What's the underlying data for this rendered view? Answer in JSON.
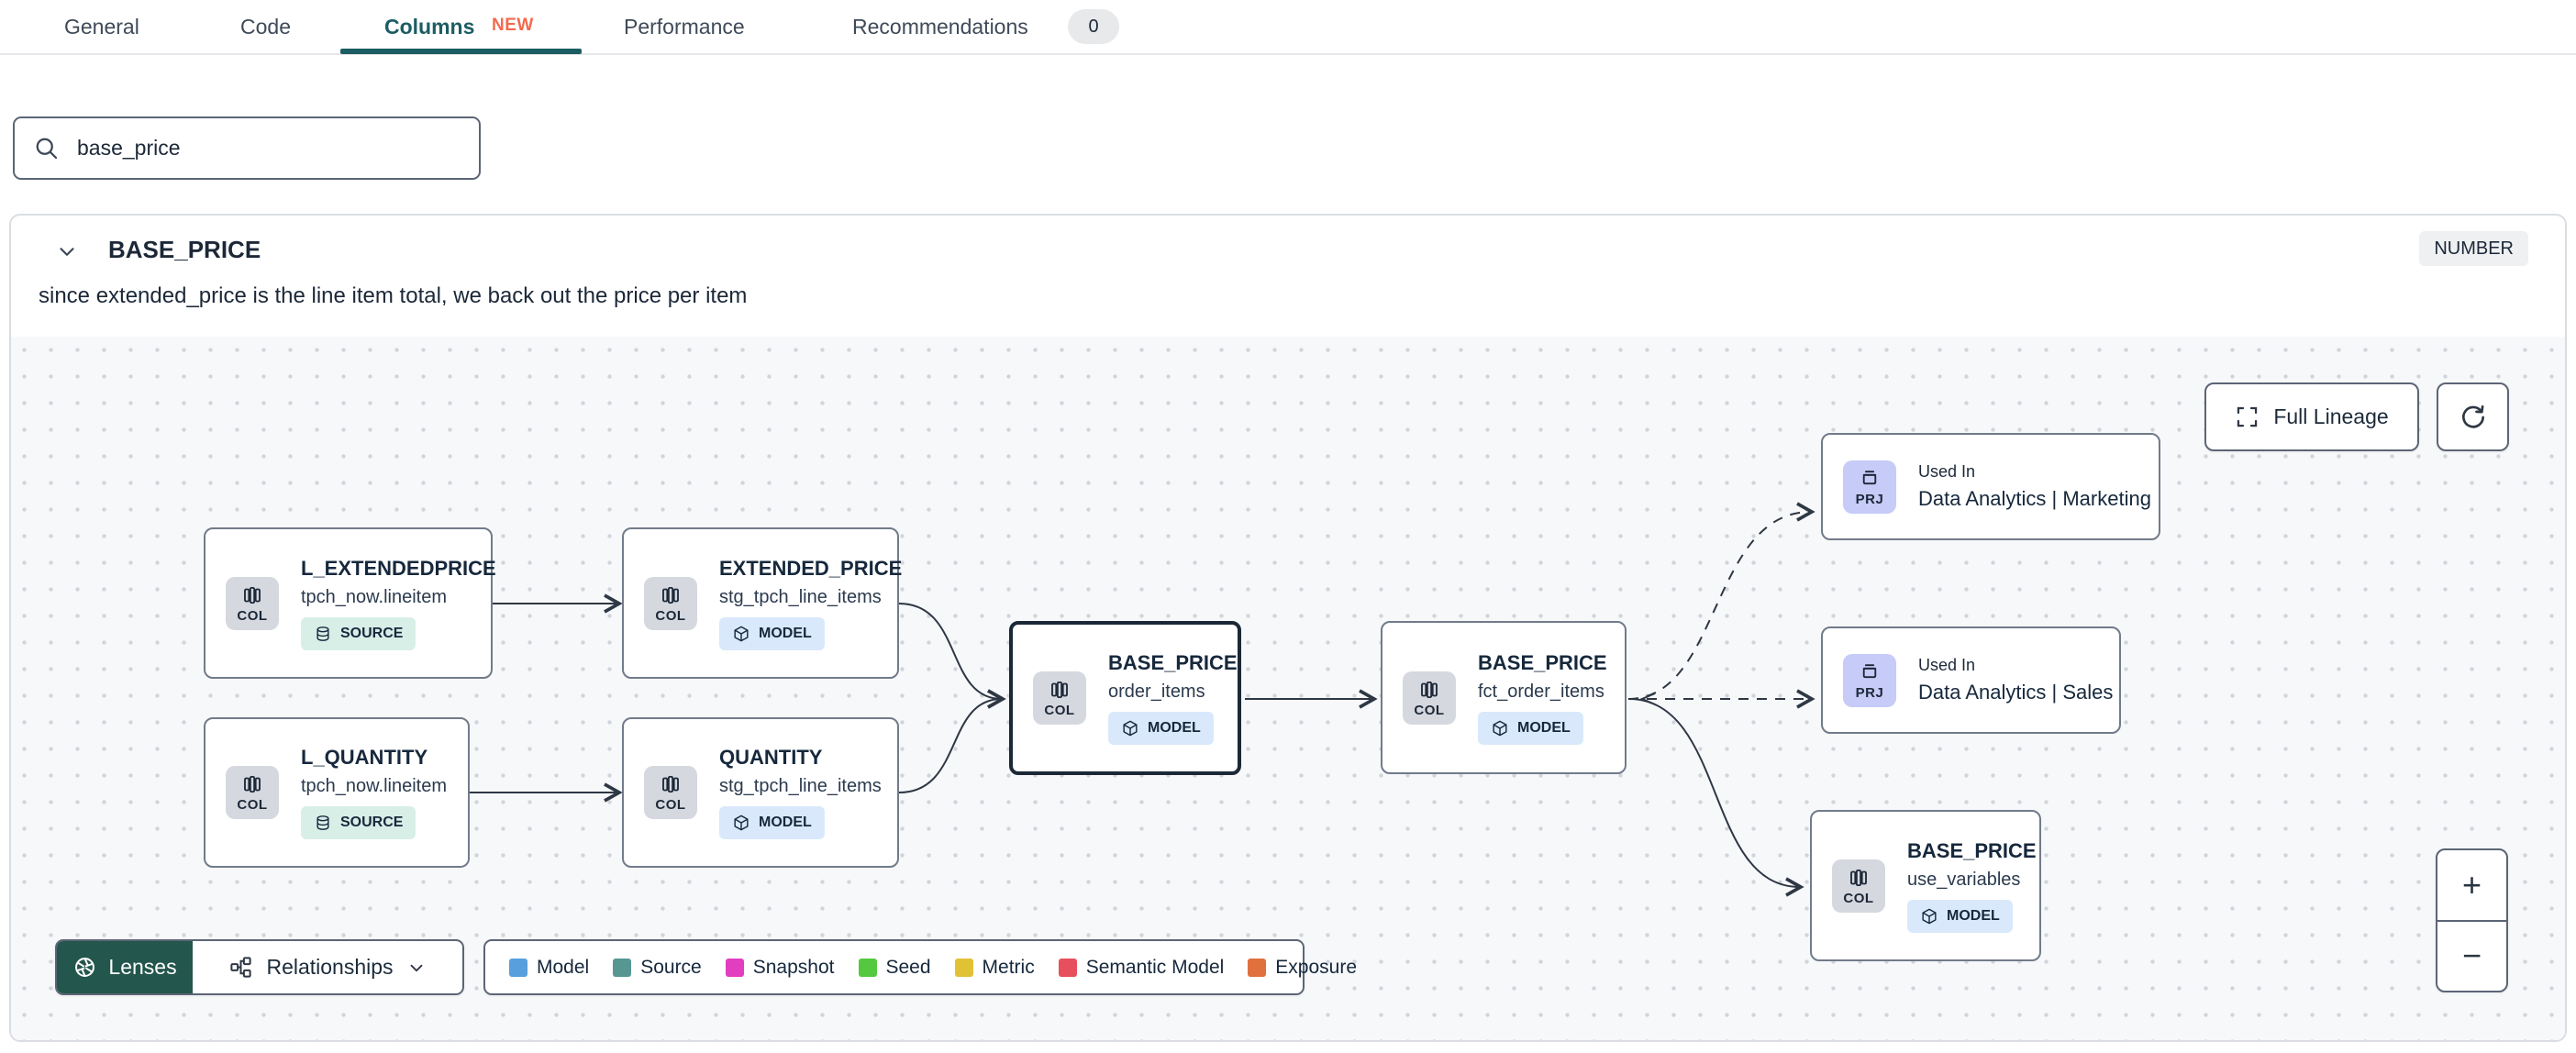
{
  "tabs": {
    "items": [
      {
        "label": "General"
      },
      {
        "label": "Code"
      },
      {
        "label": "Columns",
        "badge": "NEW",
        "active": true
      },
      {
        "label": "Performance"
      },
      {
        "label": "Recommendations",
        "count": "0"
      }
    ]
  },
  "search": {
    "value": "base_price"
  },
  "column_card": {
    "name": "BASE_PRICE",
    "type_badge": "NUMBER",
    "description": "since extended_price is the line item total, we back out the price per item"
  },
  "lineage": {
    "controls": {
      "full_lineage_label": "Full Lineage",
      "zoom_in": "+",
      "zoom_out": "−",
      "lenses_label": "Lenses",
      "relationships_label": "Relationships"
    },
    "legend": [
      {
        "label": "Model",
        "color": "#57a0dd"
      },
      {
        "label": "Source",
        "color": "#579792"
      },
      {
        "label": "Snapshot",
        "color": "#e13ec0"
      },
      {
        "label": "Seed",
        "color": "#54c93f"
      },
      {
        "label": "Metric",
        "color": "#e2c235"
      },
      {
        "label": "Semantic Model",
        "color": "#e84f5c"
      },
      {
        "label": "Exposure",
        "color": "#e0703d"
      }
    ],
    "nodes": [
      {
        "chip": "COL",
        "title": "L_EXTENDEDPRICE",
        "subtitle": "tpch_now.lineitem",
        "badge": "SOURCE"
      },
      {
        "chip": "COL",
        "title": "L_QUANTITY",
        "subtitle": "tpch_now.lineitem",
        "badge": "SOURCE"
      },
      {
        "chip": "COL",
        "title": "EXTENDED_PRICE",
        "subtitle": "stg_tpch_line_items",
        "badge": "MODEL"
      },
      {
        "chip": "COL",
        "title": "QUANTITY",
        "subtitle": "stg_tpch_line_items",
        "badge": "MODEL"
      },
      {
        "chip": "COL",
        "title": "BASE_PRICE",
        "subtitle": "order_items",
        "badge": "MODEL"
      },
      {
        "chip": "COL",
        "title": "BASE_PRICE",
        "subtitle": "fct_order_items",
        "badge": "MODEL"
      },
      {
        "chip": "PRJ",
        "kicker": "Used In",
        "title": "Data Analytics | Marketing"
      },
      {
        "chip": "PRJ",
        "kicker": "Used In",
        "title": "Data Analytics | Sales"
      },
      {
        "chip": "COL",
        "title": "BASE_PRICE",
        "subtitle": "use_variables",
        "badge": "MODEL"
      }
    ],
    "icons": {
      "search": "magnifier",
      "collapse": "chevron-down",
      "column_chip": "columns",
      "project_chip": "archive-box",
      "source_badge": "database",
      "model_badge": "cube",
      "full_lineage": "expand-corners",
      "refresh": "circular-arrow",
      "lenses": "aperture",
      "relationships": "org-chart",
      "dropdown": "chevron-down"
    }
  }
}
